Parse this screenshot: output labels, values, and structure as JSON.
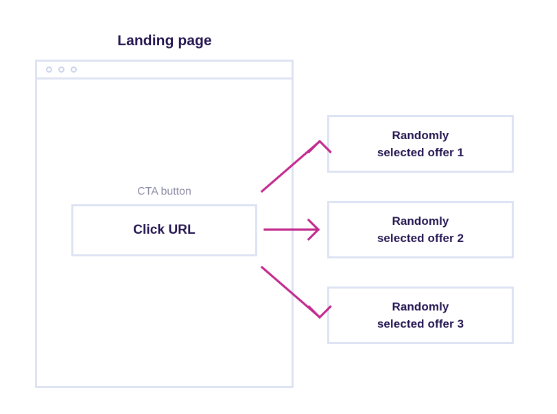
{
  "diagram": {
    "title": "Landing page",
    "background_color": "#ffffff",
    "accent_color": "#c22a8e",
    "box_border_color": "#dde3f2",
    "heading_color": "#231450",
    "muted_text_color": "#8d8da6"
  },
  "browser": {
    "titlebar": {
      "dots": [
        "window-dot-1",
        "window-dot-2",
        "window-dot-3"
      ]
    }
  },
  "cta": {
    "label": "CTA button",
    "button_label": "Click URL"
  },
  "offers": [
    {
      "id": "offer-1",
      "text": "Randomly\nselected offer 1"
    },
    {
      "id": "offer-2",
      "text": "Randomly\nselected offer 2"
    },
    {
      "id": "offer-3",
      "text": "Randomly\nselected offer 3"
    }
  ],
  "connectors": [
    {
      "id": "arrow-to-offer-1",
      "from": "cta-button",
      "to": "offer-1",
      "direction": "up-right"
    },
    {
      "id": "arrow-to-offer-2",
      "from": "cta-button",
      "to": "offer-2",
      "direction": "right"
    },
    {
      "id": "arrow-to-offer-3",
      "from": "cta-button",
      "to": "offer-3",
      "direction": "down-right"
    }
  ]
}
